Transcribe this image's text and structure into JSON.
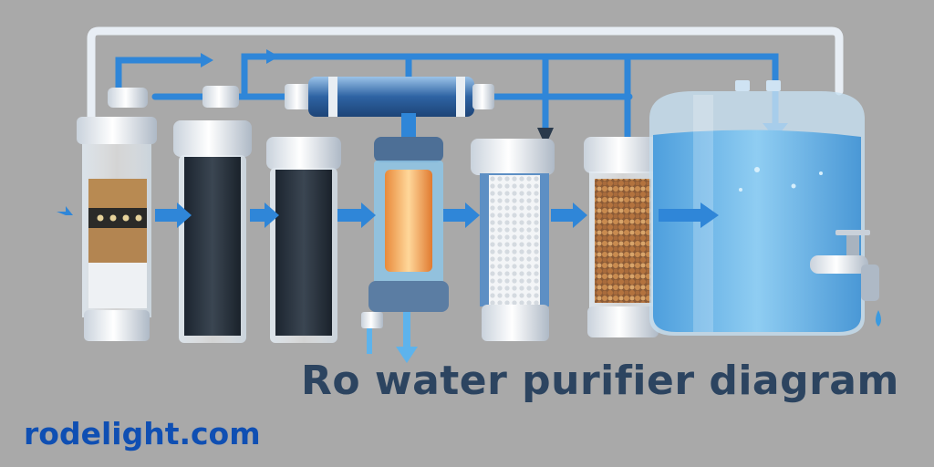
{
  "title": "Ro water purifier diagram",
  "brand": "rodelight.com",
  "colors": {
    "background": "#a9a9a9",
    "pipe_blue": "#2f86d8",
    "pipe_white": "#e8eef5",
    "title_text": "#2c4460",
    "brand_text": "#0f4fb3",
    "water": "#6fb6e8"
  },
  "stages": [
    {
      "id": "sediment",
      "media": "sand-sediment-layers",
      "icon": "sediment-filter-icon"
    },
    {
      "id": "carbon-1",
      "media": "activated-carbon",
      "icon": "carbon-filter-icon"
    },
    {
      "id": "carbon-2",
      "media": "activated-carbon",
      "icon": "carbon-filter-icon"
    },
    {
      "id": "ro-membrane",
      "media": "membrane",
      "icon": "ro-membrane-icon"
    },
    {
      "id": "uv",
      "media": "uv-lamp",
      "icon": "uv-lamp-icon"
    },
    {
      "id": "post-filter",
      "media": "white-mesh",
      "icon": "mesh-filter-icon"
    },
    {
      "id": "mineral",
      "media": "mineral-balls",
      "icon": "mineral-cartridge-icon"
    },
    {
      "id": "storage-tank",
      "media": "water",
      "icon": "water-tank-icon"
    }
  ]
}
